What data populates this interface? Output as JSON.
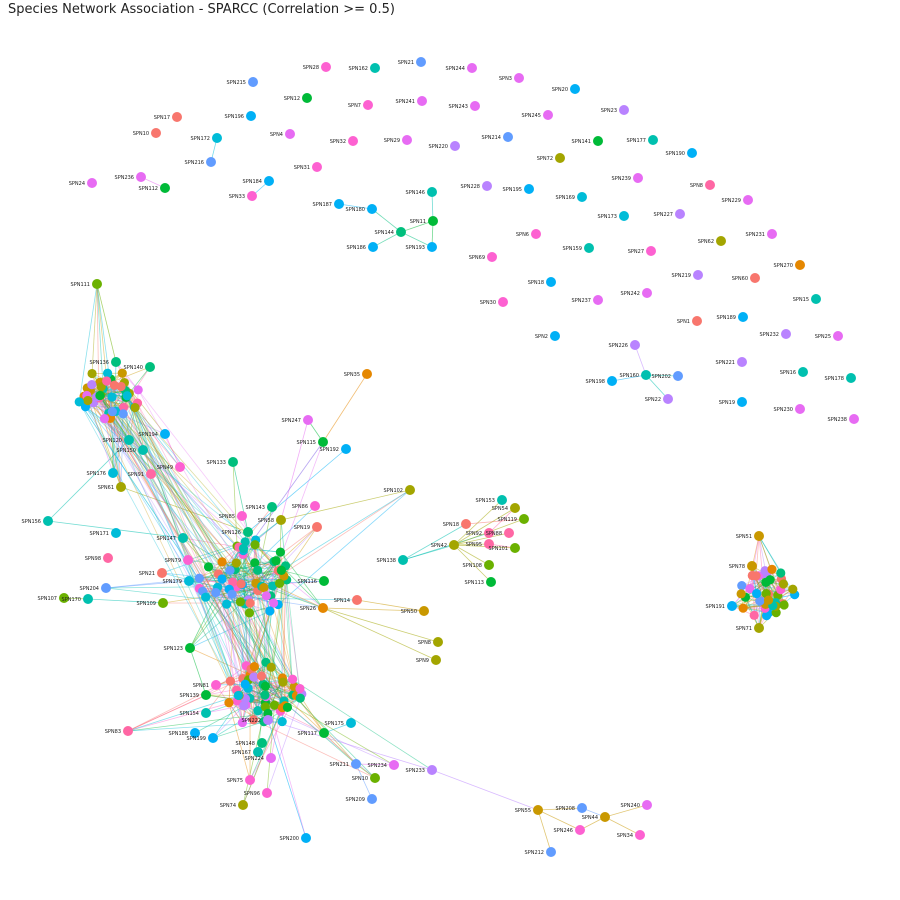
{
  "title": "Species Network Association - SPARCC (Correlation >= 0.5)",
  "palette": [
    "#f8766d",
    "#e58700",
    "#c99800",
    "#a3a500",
    "#6bb100",
    "#00ba38",
    "#00bf7d",
    "#00c0af",
    "#00bcd8",
    "#00b0f6",
    "#619cff",
    "#b983ff",
    "#e76bf3",
    "#fd61d1",
    "#ff67a4"
  ],
  "nodes": [
    {
      "id": "SPN28",
      "c": 13
    },
    {
      "id": "SPN162",
      "c": 7
    },
    {
      "id": "SPN21",
      "c": 10
    },
    {
      "id": "SPN244",
      "c": 12
    },
    {
      "id": "SPN3",
      "c": 12
    },
    {
      "id": "SPN215",
      "c": 10
    },
    {
      "id": "SPN12",
      "c": 5
    },
    {
      "id": "SPN241",
      "c": 12
    },
    {
      "id": "SPN20",
      "c": 9
    },
    {
      "id": "SPN7",
      "c": 13
    },
    {
      "id": "SPN243",
      "c": 12
    },
    {
      "id": "SPN245",
      "c": 12
    },
    {
      "id": "SPN23",
      "c": 11
    },
    {
      "id": "SPN17",
      "c": 0
    },
    {
      "id": "SPN196",
      "c": 9
    },
    {
      "id": "SPN172",
      "c": 8
    },
    {
      "id": "SPN4",
      "c": 12
    },
    {
      "id": "SPN32",
      "c": 13
    },
    {
      "id": "SPN29",
      "c": 12
    },
    {
      "id": "SPN214",
      "c": 10
    },
    {
      "id": "SPN141",
      "c": 5
    },
    {
      "id": "SPN177",
      "c": 7
    },
    {
      "id": "SPN10",
      "c": 0
    },
    {
      "id": "SPN220",
      "c": 11
    },
    {
      "id": "SPN72",
      "c": 3
    },
    {
      "id": "SPN190",
      "c": 9
    },
    {
      "id": "SPN216",
      "c": 10
    },
    {
      "id": "SPN31",
      "c": 13
    },
    {
      "id": "SPN236",
      "c": 12
    },
    {
      "id": "SPN184",
      "c": 9
    },
    {
      "id": "SPN239",
      "c": 12
    },
    {
      "id": "SPN24",
      "c": 12
    },
    {
      "id": "SPN112",
      "c": 5
    },
    {
      "id": "SPN228",
      "c": 11
    },
    {
      "id": "SPN195",
      "c": 9
    },
    {
      "id": "SPN8",
      "c": 14
    },
    {
      "id": "SPN33",
      "c": 13
    },
    {
      "id": "SPN146",
      "c": 7
    },
    {
      "id": "SPN169",
      "c": 8
    },
    {
      "id": "SPN229",
      "c": 12
    },
    {
      "id": "SPN187",
      "c": 9
    },
    {
      "id": "SPN180",
      "c": 9
    },
    {
      "id": "SPN173",
      "c": 8
    },
    {
      "id": "SPN227",
      "c": 11
    },
    {
      "id": "SPN11",
      "c": 5
    },
    {
      "id": "SPN144",
      "c": 6
    },
    {
      "id": "SPN6",
      "c": 13
    },
    {
      "id": "SPN231",
      "c": 12
    },
    {
      "id": "SPN62",
      "c": 3
    },
    {
      "id": "SPN186",
      "c": 9
    },
    {
      "id": "SPN193",
      "c": 9
    },
    {
      "id": "SPN159",
      "c": 7
    },
    {
      "id": "SPN27",
      "c": 13
    },
    {
      "id": "SPN69",
      "c": 13
    },
    {
      "id": "SPN219",
      "c": 11
    },
    {
      "id": "SPN60",
      "c": 0
    },
    {
      "id": "SPN270",
      "c": 1
    },
    {
      "id": "SPN111",
      "c": 4
    },
    {
      "id": "SPN18",
      "c": 9
    },
    {
      "id": "SPN242",
      "c": 12
    },
    {
      "id": "SPN237",
      "c": 12
    },
    {
      "id": "SPN30",
      "c": 13
    },
    {
      "id": "SPN15",
      "c": 7
    },
    {
      "id": "SPN189",
      "c": 9
    },
    {
      "id": "SPN1",
      "c": 0
    },
    {
      "id": "SPN232",
      "c": 11
    },
    {
      "id": "SPN25",
      "c": 12
    },
    {
      "id": "SPN2",
      "c": 9
    },
    {
      "id": "SPN226",
      "c": 11
    },
    {
      "id": "SPN221",
      "c": 11
    },
    {
      "id": "SPN160",
      "c": 7
    },
    {
      "id": "SPN202",
      "c": 10
    },
    {
      "id": "SPN16",
      "c": 7
    },
    {
      "id": "SPN178",
      "c": 7
    },
    {
      "id": "SPN198",
      "c": 9
    },
    {
      "id": "SPN22",
      "c": 11
    },
    {
      "id": "SPN19",
      "c": 9
    },
    {
      "id": "SPN230",
      "c": 12
    },
    {
      "id": "SPN238",
      "c": 12
    },
    {
      "id": "SPN136",
      "c": 6
    },
    {
      "id": "SPN140",
      "c": 6
    },
    {
      "id": "SPN35",
      "c": 1
    },
    {
      "id": "SPN247",
      "c": 12
    },
    {
      "id": "SPN115",
      "c": 5
    },
    {
      "id": "SPN192",
      "c": 9
    },
    {
      "id": "SPN120",
      "c": 7
    },
    {
      "id": "SPN194",
      "c": 9
    },
    {
      "id": "SPN150",
      "c": 7
    },
    {
      "id": "SPN133",
      "c": 6
    },
    {
      "id": "SPN49",
      "c": 13
    },
    {
      "id": "SPN176",
      "c": 8
    },
    {
      "id": "SPN91",
      "c": 14
    },
    {
      "id": "SPN61",
      "c": 3
    },
    {
      "id": "SPN102",
      "c": 3
    },
    {
      "id": "SPN153",
      "c": 7
    },
    {
      "id": "SPN54",
      "c": 3
    },
    {
      "id": "SPN156",
      "c": 7
    },
    {
      "id": "SPN143",
      "c": 6
    },
    {
      "id": "SPN86",
      "c": 13
    },
    {
      "id": "SPN85",
      "c": 13
    },
    {
      "id": "SPN58",
      "c": 3
    },
    {
      "id": "SPN18b",
      "c": 0
    },
    {
      "id": "SPN119",
      "c": 4
    },
    {
      "id": "SPN171",
      "c": 8
    },
    {
      "id": "SPN126",
      "c": 6
    },
    {
      "id": "SPN19b",
      "c": 0
    },
    {
      "id": "SPN147",
      "c": 7
    },
    {
      "id": "SPN92",
      "c": 14
    },
    {
      "id": "SPN88",
      "c": 14
    },
    {
      "id": "SPN42",
      "c": 3
    },
    {
      "id": "SPN95",
      "c": 14
    },
    {
      "id": "SPN101",
      "c": 4
    },
    {
      "id": "SPN138",
      "c": 7
    },
    {
      "id": "SPN108",
      "c": 4
    },
    {
      "id": "SPN98",
      "c": 14
    },
    {
      "id": "SPN79",
      "c": 13
    },
    {
      "id": "SPN204",
      "c": 10
    },
    {
      "id": "SPN21b",
      "c": 0
    },
    {
      "id": "SPN179",
      "c": 8
    },
    {
      "id": "SPN116",
      "c": 5
    },
    {
      "id": "SPN113",
      "c": 5
    },
    {
      "id": "SPN107",
      "c": 4
    },
    {
      "id": "SPN170",
      "c": 7
    },
    {
      "id": "SPN109",
      "c": 4
    },
    {
      "id": "SPN14",
      "c": 0
    },
    {
      "id": "SPN50",
      "c": 2
    },
    {
      "id": "SPN123",
      "c": 5
    },
    {
      "id": "SPN51",
      "c": 2
    },
    {
      "id": "SPN191",
      "c": 9
    },
    {
      "id": "SPN78",
      "c": 2
    },
    {
      "id": "SPN71",
      "c": 3
    },
    {
      "id": "SPN26",
      "c": 1
    },
    {
      "id": "SPN8b",
      "c": 3
    },
    {
      "id": "SPN9",
      "c": 3
    },
    {
      "id": "SPN83",
      "c": 14
    },
    {
      "id": "SPN81",
      "c": 13
    },
    {
      "id": "SPN139",
      "c": 5
    },
    {
      "id": "SPN154",
      "c": 7
    },
    {
      "id": "SPN188",
      "c": 9
    },
    {
      "id": "SPN199",
      "c": 9
    },
    {
      "id": "SPN222",
      "c": 11
    },
    {
      "id": "SPN148",
      "c": 6
    },
    {
      "id": "SPN167",
      "c": 7
    },
    {
      "id": "SPN224",
      "c": 12
    },
    {
      "id": "SPN175",
      "c": 8
    },
    {
      "id": "SPN117",
      "c": 5
    },
    {
      "id": "SPN233",
      "c": 11
    },
    {
      "id": "SPN234",
      "c": 12
    },
    {
      "id": "SPN211",
      "c": 10
    },
    {
      "id": "SPN10b",
      "c": 4
    },
    {
      "id": "SPN75",
      "c": 13
    },
    {
      "id": "SPN96",
      "c": 13
    },
    {
      "id": "SPN74",
      "c": 3
    },
    {
      "id": "SPN209",
      "c": 10
    },
    {
      "id": "SPN55",
      "c": 2
    },
    {
      "id": "SPN208",
      "c": 10
    },
    {
      "id": "SPN44",
      "c": 2
    },
    {
      "id": "SPN240",
      "c": 12
    },
    {
      "id": "SPN246",
      "c": 13
    },
    {
      "id": "SPN34",
      "c": 13
    },
    {
      "id": "SPN212",
      "c": 10
    },
    {
      "id": "SPN200",
      "c": 9
    }
  ]
}
